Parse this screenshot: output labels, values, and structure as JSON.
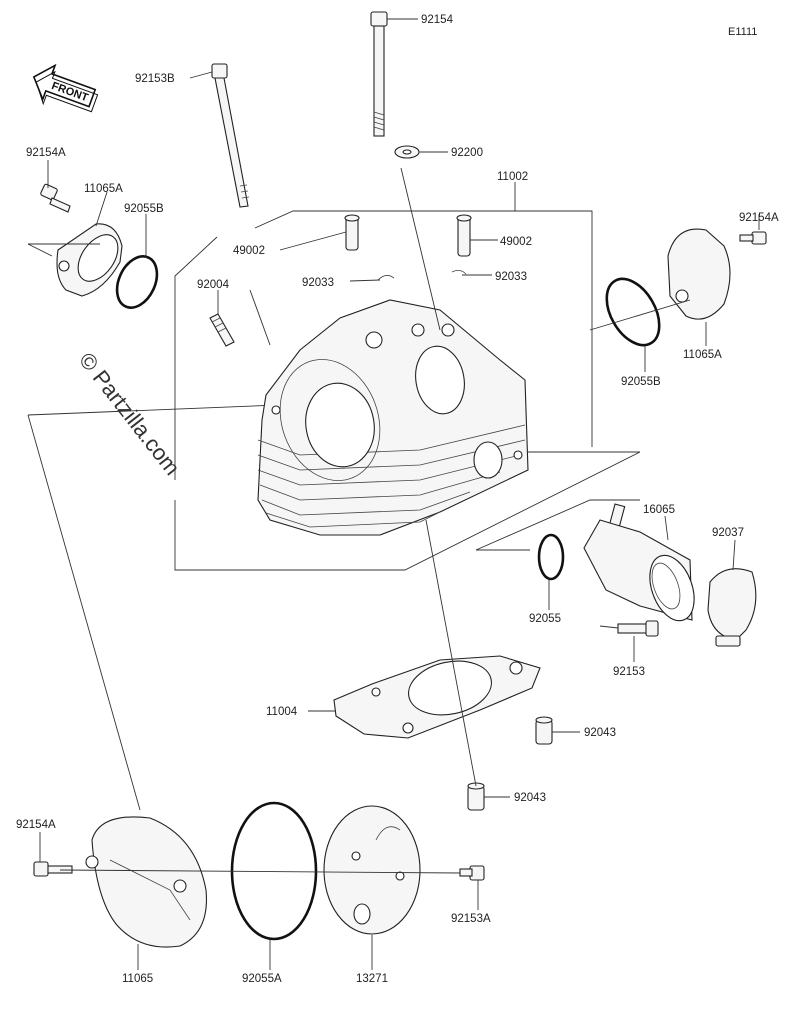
{
  "diagram_code": "E1111",
  "watermark": "© Partzilla.com",
  "front_label": "FRONT",
  "parts": [
    {
      "id": "p-92154-top",
      "label": "92154"
    },
    {
      "id": "p-92153B",
      "label": "92153B"
    },
    {
      "id": "p-92200",
      "label": "92200"
    },
    {
      "id": "p-11002",
      "label": "11002"
    },
    {
      "id": "p-92154A-left",
      "label": "92154A"
    },
    {
      "id": "p-11065A-left",
      "label": "11065A"
    },
    {
      "id": "p-92055B-left",
      "label": "92055B"
    },
    {
      "id": "p-49002-left",
      "label": "49002"
    },
    {
      "id": "p-49002-right",
      "label": "49002"
    },
    {
      "id": "p-92033-left",
      "label": "92033"
    },
    {
      "id": "p-92033-right",
      "label": "92033"
    },
    {
      "id": "p-92154A-right",
      "label": "92154A"
    },
    {
      "id": "p-92004",
      "label": "92004"
    },
    {
      "id": "p-11065A-right",
      "label": "11065A"
    },
    {
      "id": "p-92055B-right",
      "label": "92055B"
    },
    {
      "id": "p-16065",
      "label": "16065"
    },
    {
      "id": "p-92037",
      "label": "92037"
    },
    {
      "id": "p-92055",
      "label": "92055"
    },
    {
      "id": "p-92153",
      "label": "92153"
    },
    {
      "id": "p-11004",
      "label": "11004"
    },
    {
      "id": "p-92043-upper",
      "label": "92043"
    },
    {
      "id": "p-92043-lower",
      "label": "92043"
    },
    {
      "id": "p-92154A-bottom",
      "label": "92154A"
    },
    {
      "id": "p-92153A",
      "label": "92153A"
    },
    {
      "id": "p-11065",
      "label": "11065"
    },
    {
      "id": "p-92055A",
      "label": "92055A"
    },
    {
      "id": "p-13271",
      "label": "13271"
    }
  ]
}
